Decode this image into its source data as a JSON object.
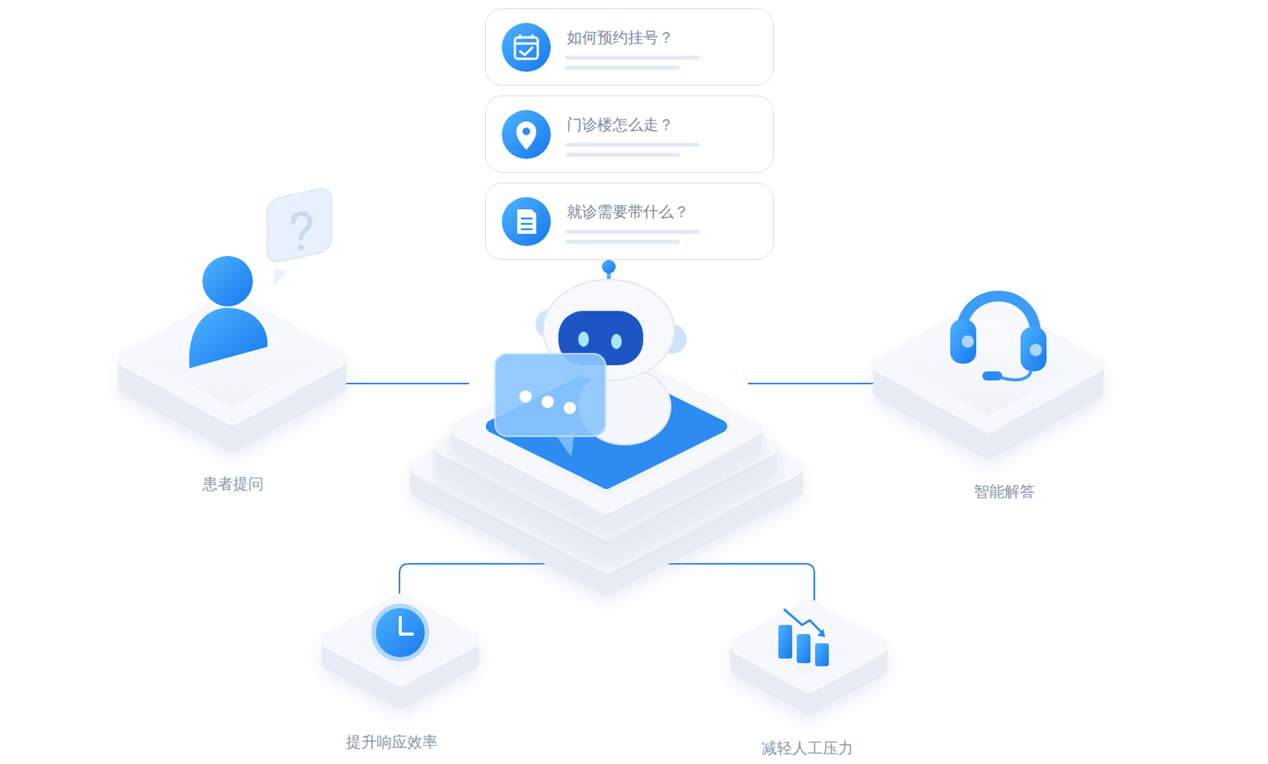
{
  "diagram": {
    "nodes": [
      {
        "text": [
          "如何预约挂号？"
        ]
      },
      {
        "text": [
          "门诊楼怎么走？"
        ]
      },
      {
        "text": [
          "就诊需要带什么？"
        ]
      },
      {
        "text": [
          "患者提问"
        ]
      },
      {
        "text": [
          "智能解答"
        ]
      },
      {
        "text": [
          "提升响应效率"
        ]
      },
      {
        "text": [
          "减轻人工压力"
        ]
      }
    ]
  }
}
